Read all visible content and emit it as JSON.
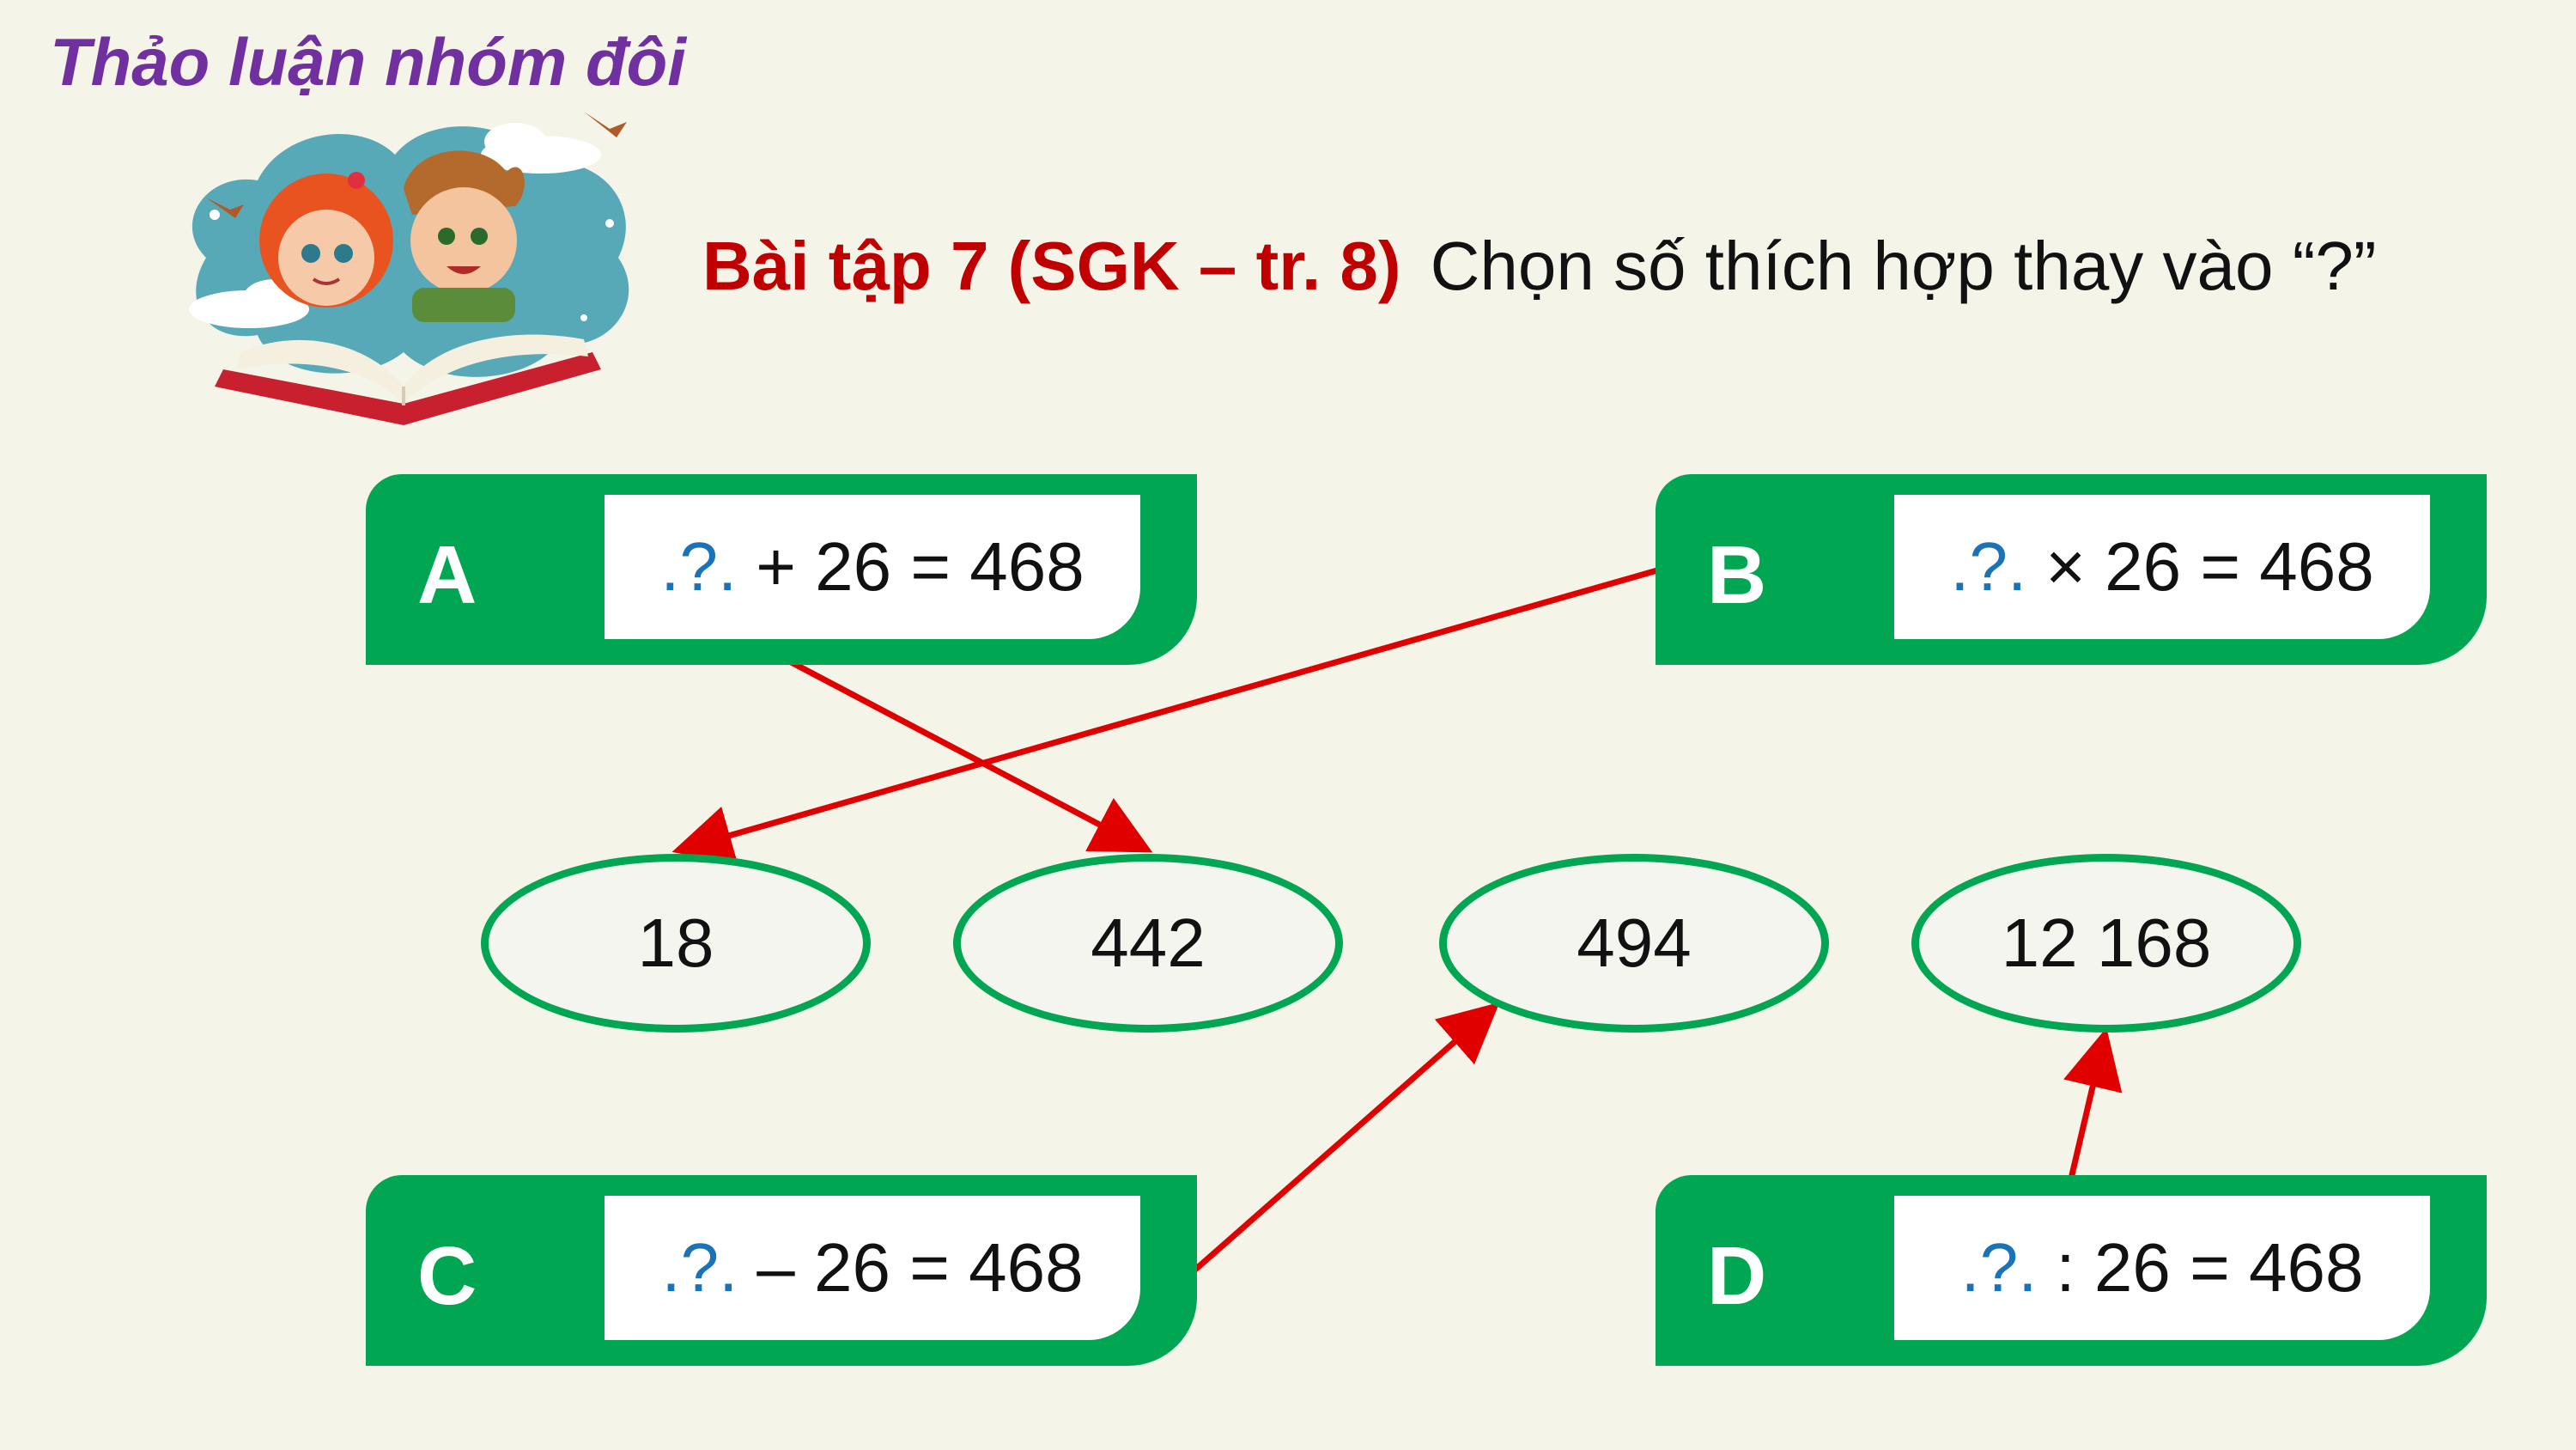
{
  "heading": "Thảo luận nhóm đôi",
  "exercise": {
    "ref": "Bài tập 7 (SGK – tr. 8)",
    "instruction": "Chọn số thích hợp thay vào “?”"
  },
  "cards": [
    {
      "letter": "A",
      "placeholder": ".?.",
      "expression": "+ 26 = 468"
    },
    {
      "letter": "B",
      "placeholder": ".?.",
      "expression": "× 26 = 468"
    },
    {
      "letter": "C",
      "placeholder": ".?.",
      "expression": "– 26 = 468"
    },
    {
      "letter": "D",
      "placeholder": ".?.",
      "expression": ": 26 = 468"
    }
  ],
  "answers": [
    "18",
    "442",
    "494",
    "12 168"
  ],
  "matches": [
    {
      "from": "A",
      "to": "442"
    },
    {
      "from": "B",
      "to": "18"
    },
    {
      "from": "C",
      "to": "494"
    },
    {
      "from": "D",
      "to": "12 168"
    }
  ],
  "colors": {
    "background": "#f4f5e8",
    "card_green": "#00a651",
    "heading_purple": "#7030a0",
    "ref_red": "#c00000",
    "placeholder_blue": "#1a73b8",
    "arrow_red": "#e00000"
  },
  "icons": {
    "illustration": "children-reading-book-illustration"
  }
}
